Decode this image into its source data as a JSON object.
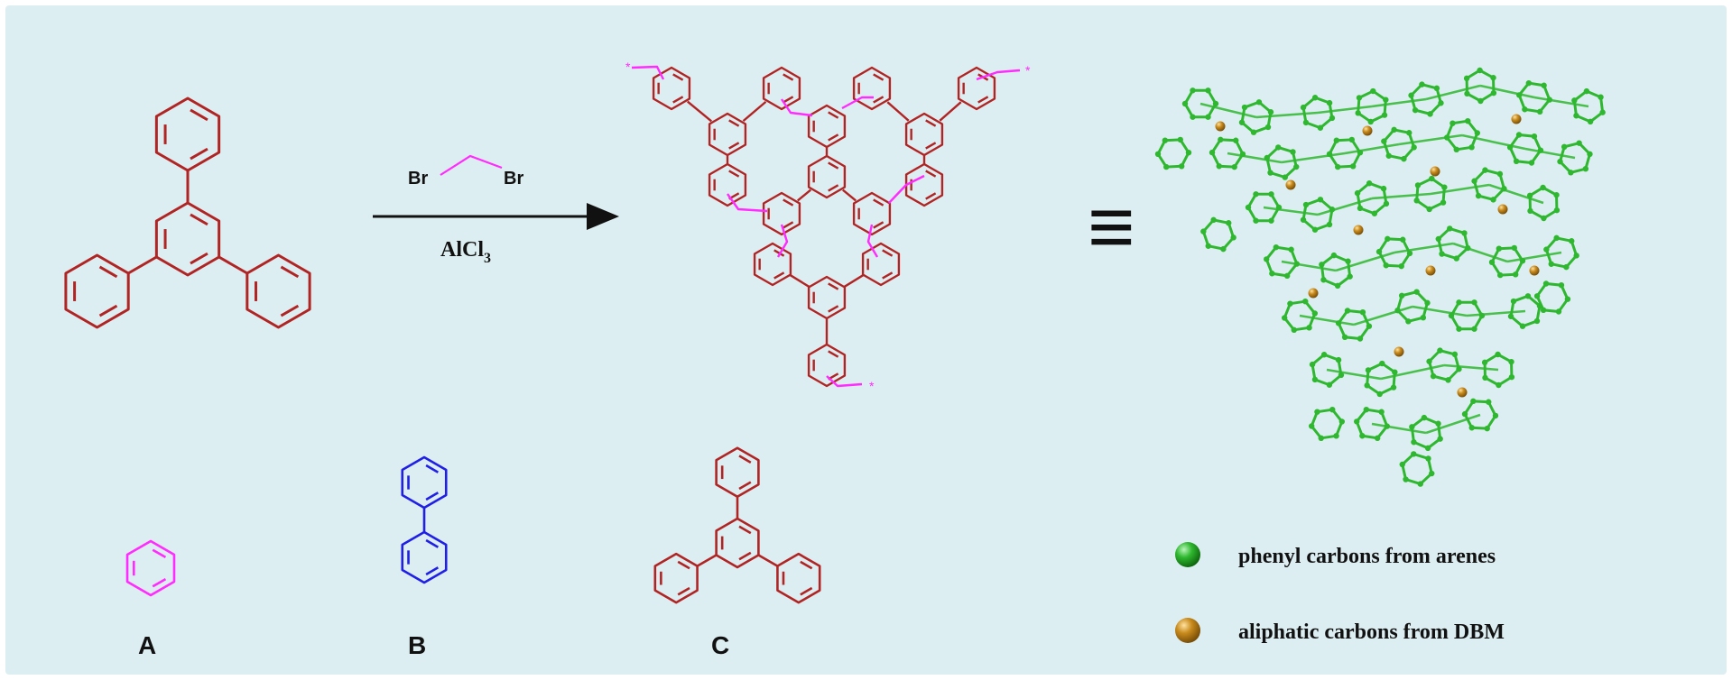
{
  "colors": {
    "background": "#ddeef2",
    "triphenyl": "#b12424",
    "benzene": "#ff2bff",
    "biphenyl": "#1f1fe6",
    "linker": "#ff2bff",
    "network_phenyl": "#2fb82f",
    "network_aliphatic": "#c88a1c",
    "ink": "#111111"
  },
  "reaction": {
    "reagent_left": "Br",
    "reagent_right": "Br",
    "catalyst": "AlCl",
    "catalyst_subscript": "3",
    "equivalence_symbol": "≡"
  },
  "monomers": [
    {
      "key": "A",
      "label": "A"
    },
    {
      "key": "B",
      "label": "B"
    },
    {
      "key": "C",
      "label": "C"
    }
  ],
  "legend": [
    {
      "text": "phenyl carbons from arenes",
      "color": "#2fb82f"
    },
    {
      "text": "aliphatic carbons from DBM",
      "color": "#c88a1c"
    }
  ],
  "chain_end_marker": "*"
}
